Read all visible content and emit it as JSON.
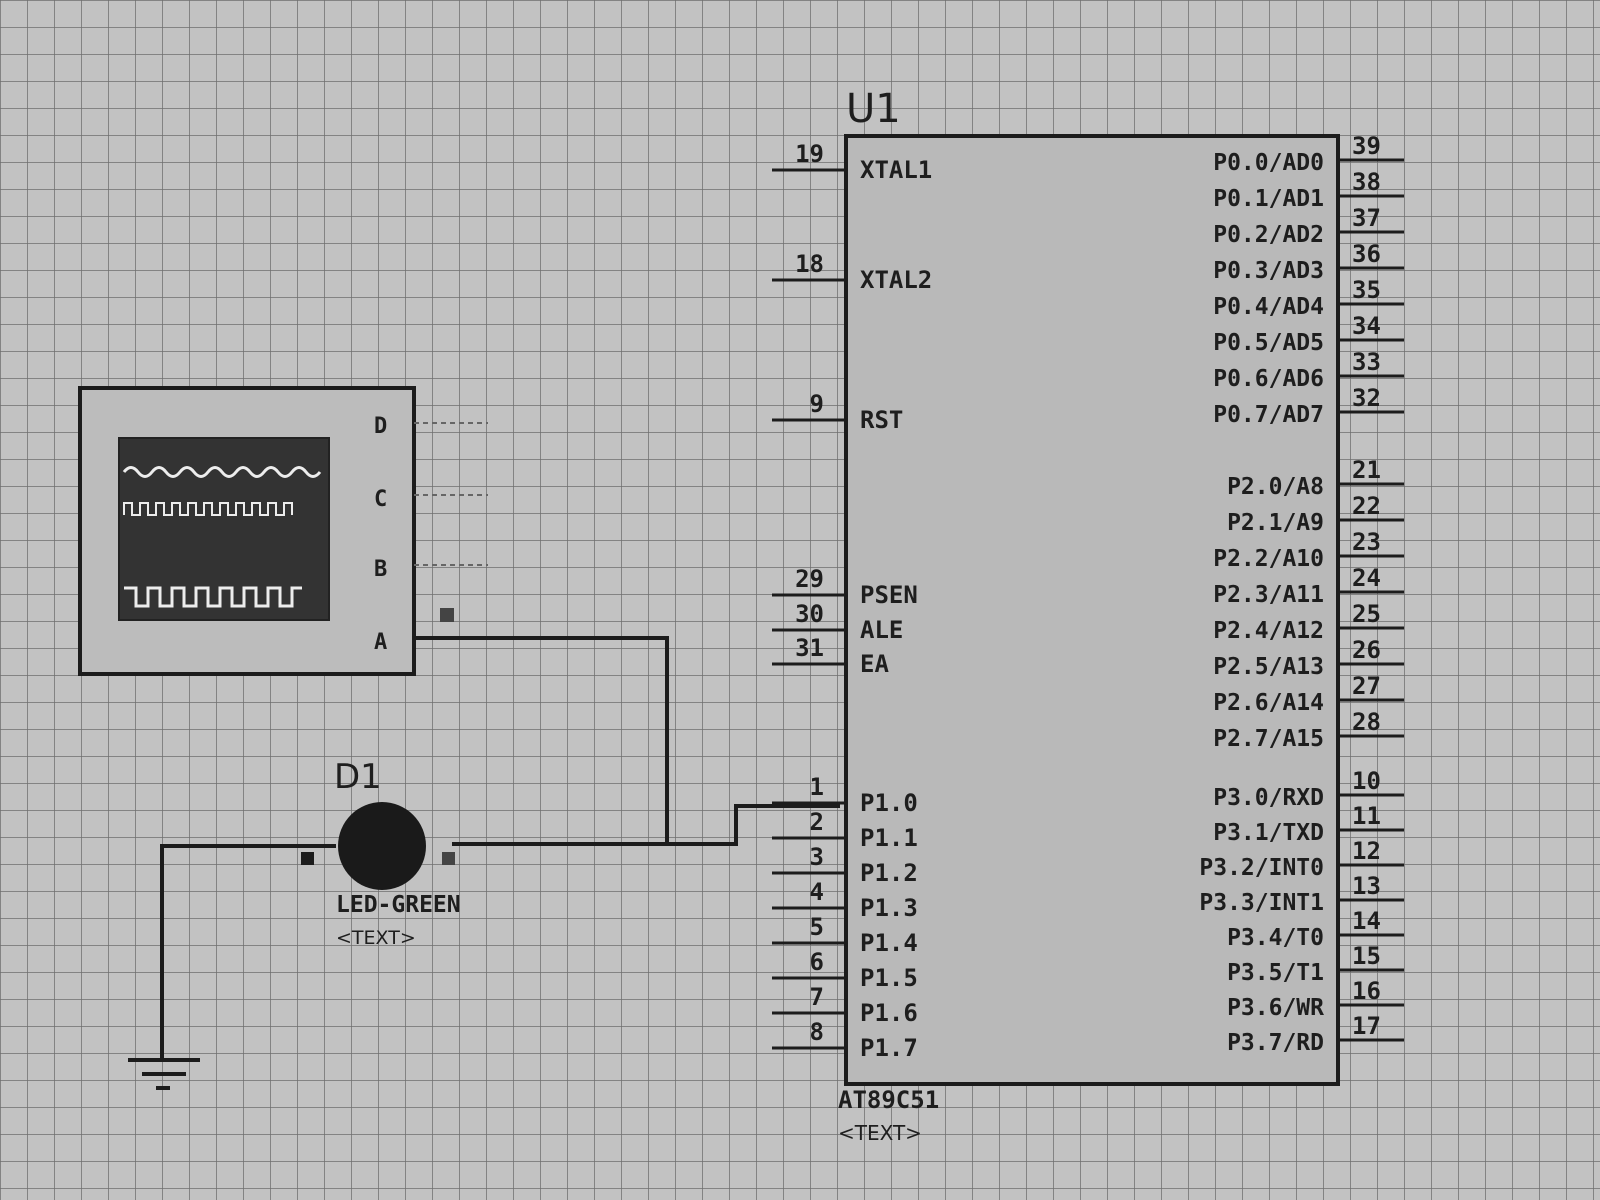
{
  "u1": {
    "ref": "U1",
    "part": "AT89C51",
    "text": "<TEXT>",
    "left_pins": [
      {
        "num": "19",
        "name": "XTAL1"
      },
      {
        "num": "18",
        "name": "XTAL2"
      },
      {
        "num": "9",
        "name": "RST"
      },
      {
        "num": "29",
        "name": "PSEN"
      },
      {
        "num": "30",
        "name": "ALE"
      },
      {
        "num": "31",
        "name": "EA"
      },
      {
        "num": "1",
        "name": "P1.0"
      },
      {
        "num": "2",
        "name": "P1.1"
      },
      {
        "num": "3",
        "name": "P1.2"
      },
      {
        "num": "4",
        "name": "P1.3"
      },
      {
        "num": "5",
        "name": "P1.4"
      },
      {
        "num": "6",
        "name": "P1.5"
      },
      {
        "num": "7",
        "name": "P1.6"
      },
      {
        "num": "8",
        "name": "P1.7"
      }
    ],
    "right_pins": [
      {
        "num": "39",
        "name": "P0.0/AD0"
      },
      {
        "num": "38",
        "name": "P0.1/AD1"
      },
      {
        "num": "37",
        "name": "P0.2/AD2"
      },
      {
        "num": "36",
        "name": "P0.3/AD3"
      },
      {
        "num": "35",
        "name": "P0.4/AD4"
      },
      {
        "num": "34",
        "name": "P0.5/AD5"
      },
      {
        "num": "33",
        "name": "P0.6/AD6"
      },
      {
        "num": "32",
        "name": "P0.7/AD7"
      },
      {
        "num": "21",
        "name": "P2.0/A8"
      },
      {
        "num": "22",
        "name": "P2.1/A9"
      },
      {
        "num": "23",
        "name": "P2.2/A10"
      },
      {
        "num": "24",
        "name": "P2.3/A11"
      },
      {
        "num": "25",
        "name": "P2.4/A12"
      },
      {
        "num": "26",
        "name": "P2.5/A13"
      },
      {
        "num": "27",
        "name": "P2.6/A14"
      },
      {
        "num": "28",
        "name": "P2.7/A15"
      },
      {
        "num": "10",
        "name": "P3.0/RXD"
      },
      {
        "num": "11",
        "name": "P3.1/TXD"
      },
      {
        "num": "12",
        "name": "P3.2/INT0"
      },
      {
        "num": "13",
        "name": "P3.3/INT1"
      },
      {
        "num": "14",
        "name": "P3.4/T0"
      },
      {
        "num": "15",
        "name": "P3.5/T1"
      },
      {
        "num": "16",
        "name": "P3.6/WR"
      },
      {
        "num": "17",
        "name": "P3.7/RD"
      }
    ]
  },
  "d1": {
    "ref": "D1",
    "part": "LED-GREEN",
    "text": "<TEXT>"
  },
  "scope": {
    "channels": [
      "D",
      "C",
      "B",
      "A"
    ]
  },
  "colors": {
    "canvas": "#c2c2c2",
    "ink": "#1c1c1c",
    "scope_screen": "#333333",
    "trace": "#ededed"
  }
}
